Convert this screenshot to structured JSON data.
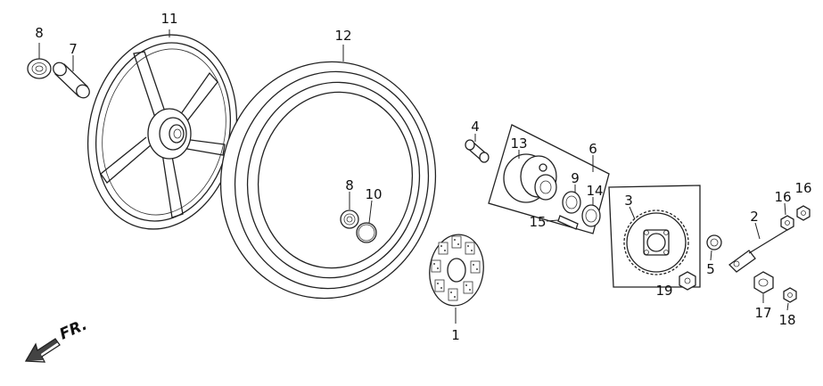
{
  "diagram": {
    "callouts": {
      "p1": "1",
      "p2": "2",
      "p3": "3",
      "p4": "4",
      "p5": "5",
      "p6": "6",
      "p7": "7",
      "p8a": "8",
      "p8b": "8",
      "p9": "9",
      "p10": "10",
      "p11": "11",
      "p12": "12",
      "p13": "13",
      "p14": "14",
      "p15": "15",
      "p16a": "16",
      "p16b": "16",
      "p17": "17",
      "p18": "18",
      "p19": "19"
    },
    "direction_label": "FR."
  }
}
